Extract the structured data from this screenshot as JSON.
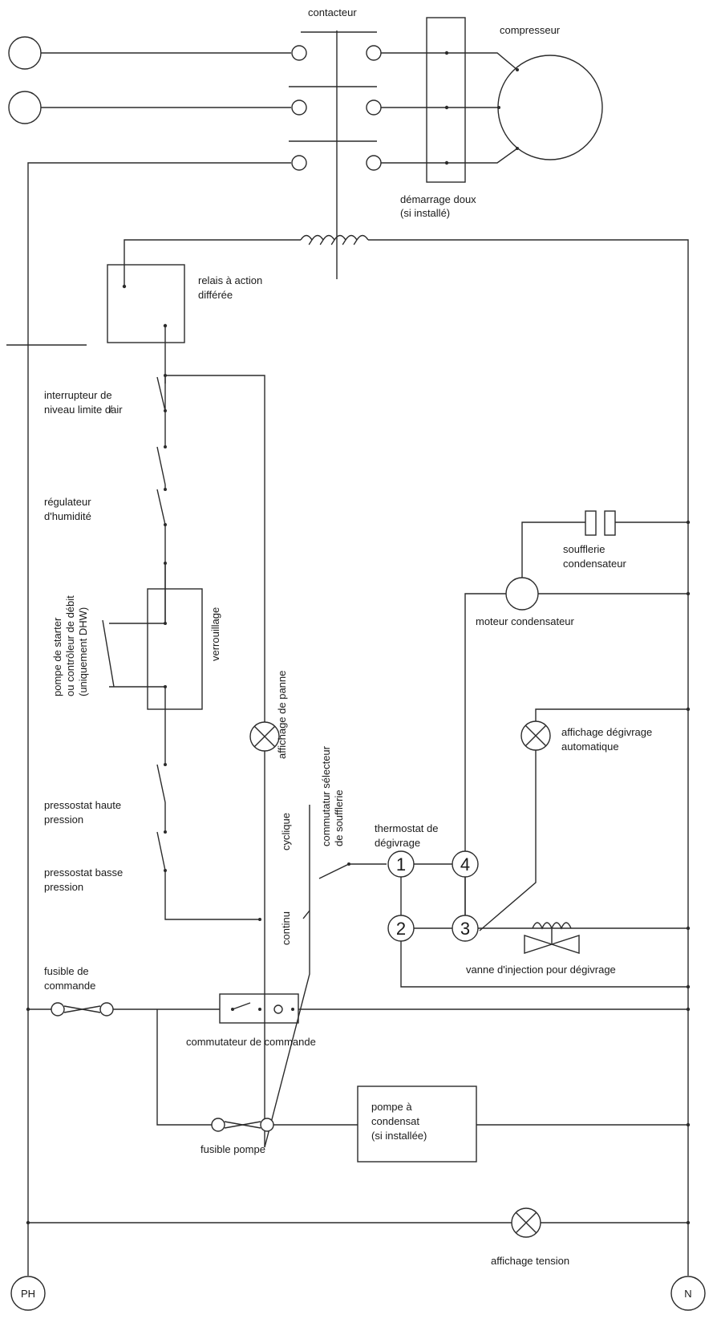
{
  "labels": {
    "contacteur": "contacteur",
    "compresseur": "compresseur",
    "demarrage_1": "démarrage doux",
    "demarrage_2": "(si installé)",
    "relais_1": "relais à action",
    "relais_2": "différée",
    "interrupteur_1": "interrupteur de",
    "interrupteur_2": "niveau limite d̸air",
    "regulateur_1": "régulateur",
    "regulateur_2": "d'humidité",
    "pompe_starter_1": "pompe de starter",
    "pompe_starter_2": "ou contrôleur de débit",
    "pompe_starter_3": "(uniquement DHW)",
    "verrouillage": "verrouillage",
    "affichage_panne": "affichage de panne",
    "commutateur_selecteur_1": "commutatur sélecteur",
    "commutateur_selecteur_2": "de soufflerie",
    "cyclique": "cyclique",
    "continu": "continu",
    "pressostat_haute_1": "pressostat haute",
    "pressostat_haute_2": "pression",
    "pressostat_basse_1": "pressostat basse",
    "pressostat_basse_2": "pression",
    "thermostat_1": "thermostat de",
    "thermostat_2": "dégivrage",
    "soufflerie_1": "soufflerie",
    "soufflerie_2": "condensateur",
    "moteur": "moteur condensateur",
    "affichage_degivrage_1": "affichage dégivrage",
    "affichage_degivrage_2": "automatique",
    "vanne": "vanne d'injection pour dégivrage",
    "fusible_commande_1": "fusible de",
    "fusible_commande_2": "commande",
    "commutateur_commande": "commutateur de commande",
    "pompe_condensat_1": "pompe à",
    "pompe_condensat_2": "condensat",
    "pompe_condensat_3": "(si installée)",
    "fusible_pompe": "fusible pompe",
    "affichage_tension": "affichage tension",
    "terminal_ph": "PH",
    "terminal_n": "N"
  },
  "thermostat_terminals": [
    "1",
    "2",
    "3",
    "4"
  ]
}
